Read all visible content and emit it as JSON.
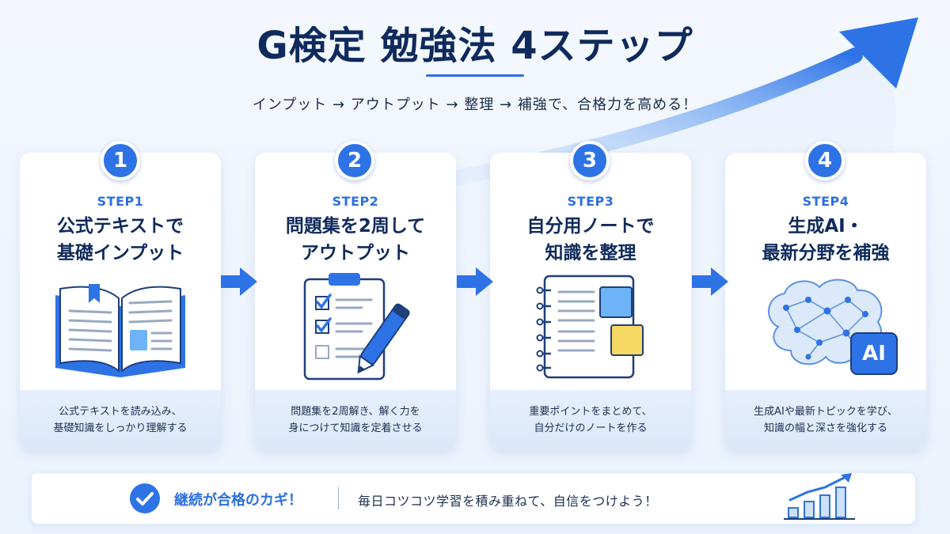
{
  "header": {
    "title": "G検定 勉強法 4ステップ",
    "subtitle": "インプット → アウトプット → 整理 → 補強で、合格力を高める！"
  },
  "steps": [
    {
      "number": "1",
      "label": "STEP1",
      "title_line1": "公式テキストで",
      "title_line2": "基礎インプット",
      "desc_line1": "公式テキストを読み込み、",
      "desc_line2": "基礎知識をしっかり理解する",
      "icon": "open-book-icon"
    },
    {
      "number": "2",
      "label": "STEP2",
      "title_line1": "問題集を2周して",
      "title_line2": "アウトプット",
      "desc_line1": "問題集を2周解き、解く力を",
      "desc_line2": "身につけて知識を定着させる",
      "icon": "clipboard-checklist-icon"
    },
    {
      "number": "3",
      "label": "STEP3",
      "title_line1": "自分用ノートで",
      "title_line2": "知識を整理",
      "desc_line1": "重要ポイントをまとめて、",
      "desc_line2": "自分だけのノートを作る",
      "icon": "notebook-sticky-notes-icon"
    },
    {
      "number": "4",
      "label": "STEP4",
      "title_line1": "生成AI・",
      "title_line2": "最新分野を補強",
      "desc_line1": "生成AIや最新トピックを学び、",
      "desc_line2": "知識の幅と深さを強化する",
      "icon": "ai-brain-icon",
      "ai_badge": "AI"
    }
  ],
  "footer": {
    "motto": "継続が合格のカギ！",
    "message": "毎日コツコツ学習を積み重ねて、自信をつけよう！"
  },
  "colors": {
    "accent": "#2e73e6",
    "title": "#0f2a5c",
    "yellow_note": "#f7d862",
    "blue_note": "#6eb2f7"
  }
}
